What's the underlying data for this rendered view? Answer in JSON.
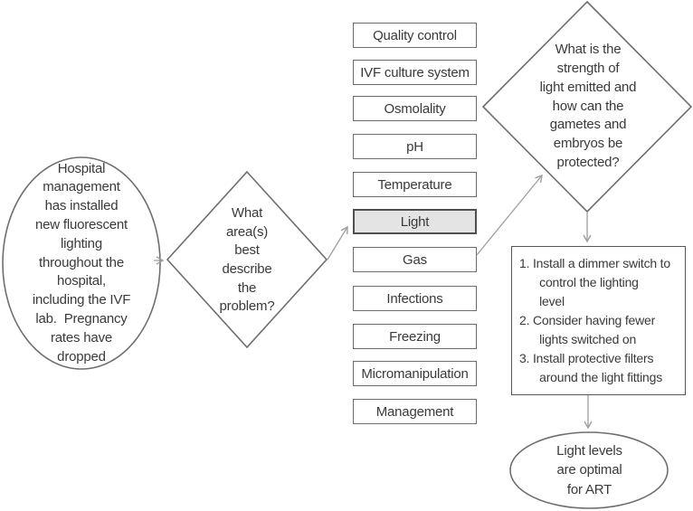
{
  "title": "IVF troubleshooting flowchart",
  "colors": {
    "shape_border": "#6e6e6e",
    "highlight_border": "#4f4f4f",
    "highlight_fill": "#e4e4e4",
    "arrow": "#9e9e9e",
    "text": "#3a3a3a",
    "background": "#ffffff"
  },
  "start_ellipse": {
    "text": "Hospital\nmanagement\nhas installed\nnew fluorescent\nlighting\nthroughout the\nhospital,\nincluding the IVF\nlab.  Pregnancy\nrates have\ndropped"
  },
  "question_diamond": {
    "text": "What\narea(s)\nbest\ndescribe\nthe\nproblem?"
  },
  "options": [
    {
      "label": "Quality control",
      "highlighted": false
    },
    {
      "label": "IVF culture system",
      "highlighted": false
    },
    {
      "label": "Osmolality",
      "highlighted": false
    },
    {
      "label": "pH",
      "highlighted": false
    },
    {
      "label": "Temperature",
      "highlighted": false
    },
    {
      "label": "Light",
      "highlighted": true
    },
    {
      "label": "Gas",
      "highlighted": false
    },
    {
      "label": "Infections",
      "highlighted": false
    },
    {
      "label": "Freezing",
      "highlighted": false
    },
    {
      "label": "Micromanipulation",
      "highlighted": false
    },
    {
      "label": "Management",
      "highlighted": false
    }
  ],
  "strength_diamond": {
    "text": "What is the\nstrength of\nlight emitted and\nhow can the\ngametes and\nembryos be\nprotected?"
  },
  "solutions_box": {
    "text": "1. Install a dimmer switch to\n      control the lighting\n      level\n2. Consider having fewer\n      lights switched on\n3. Install protective filters\n      around the light fittings"
  },
  "end_ellipse": {
    "text": "Light levels\nare optimal\nfor ART"
  }
}
